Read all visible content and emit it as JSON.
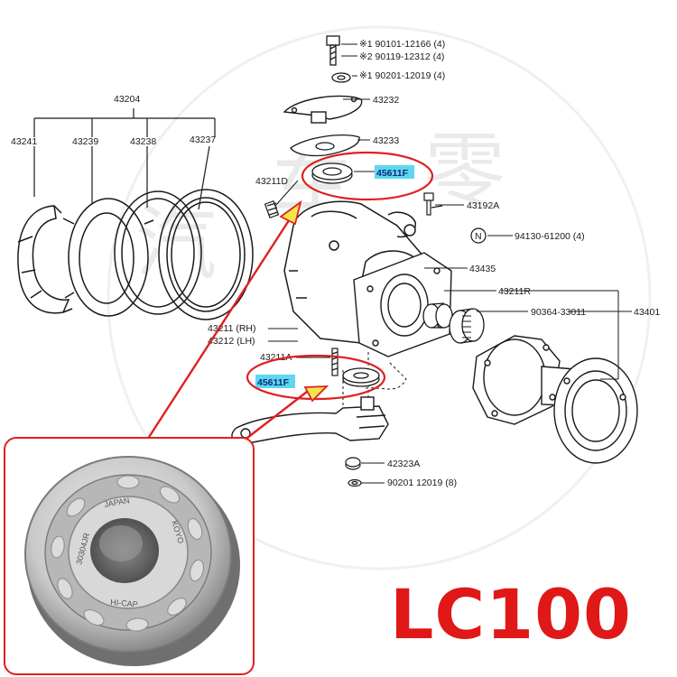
{
  "colors": {
    "highlight": "#5fd7f0",
    "callout": "#e02020",
    "model_label": "#e01818",
    "line": "#1a1a1a"
  },
  "parts": {
    "p90101": "※1 90101-12166 (4)",
    "p90119": "※2 90119-12312 (4)",
    "p90201a": "※1 90201-12019 (4)",
    "p43232": "43232",
    "p43233": "43233",
    "p45611_top": "45611F",
    "p43211d": "43211D",
    "p43192a": "43192A",
    "circle_n": "N",
    "p94130": "94130-61200 (4)",
    "p43204": "43204",
    "p43241": "43241",
    "p43239": "43239",
    "p43238": "43238",
    "p43237": "43237",
    "p43435": "43435",
    "p43211r": "43211R",
    "p90364": "90364-33011",
    "p43401": "43401",
    "p43211rh": "43211 (RH)",
    "p43212lh": "43212 (LH)",
    "p43211a": "43211A",
    "p45611_bottom": "45611F",
    "p42323a": "42323A",
    "p90201b": "90201 12019 (8)"
  },
  "bearing_photo": {
    "engraving_top": "JAPAN",
    "engraving_left": "30304JR",
    "engraving_right": "KOYO",
    "engraving_bottom": "HI-CAP"
  },
  "model_label": "LC100"
}
